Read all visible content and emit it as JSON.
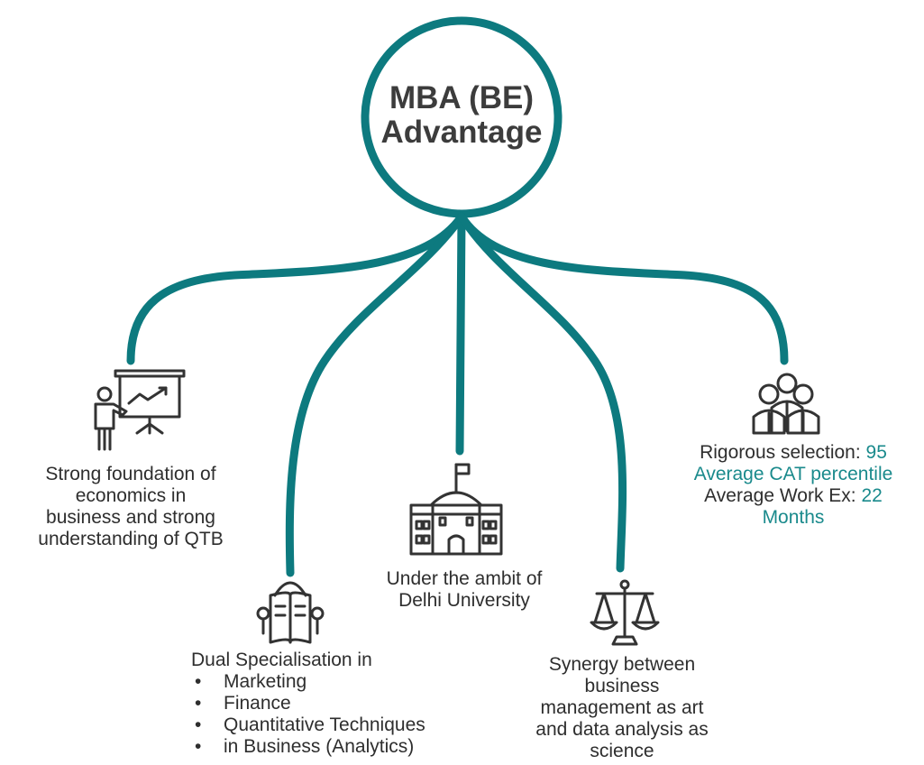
{
  "colors": {
    "accent": "#0d7a7f",
    "text": "#2e2e2e",
    "highlight": "#1a8a8c"
  },
  "hub": {
    "title_line1": "MBA (BE)",
    "title_line2": "Advantage"
  },
  "nodes": [
    {
      "icon": "presentation-icon",
      "lines": [
        "Strong foundation of",
        "economics in",
        "business and strong",
        "understanding of QTB"
      ]
    },
    {
      "icon": "book-reader-icon",
      "heading": "Dual Specialisation in",
      "items": [
        "Marketing",
        "Finance",
        "Quantitative Techniques",
        "in Business (Analytics)"
      ]
    },
    {
      "icon": "university-building-icon",
      "lines": [
        "Under the ambit of",
        "Delhi University"
      ]
    },
    {
      "icon": "scales-icon",
      "lines": [
        "Synergy between",
        "business",
        "management as art",
        "and data analysis as",
        "science"
      ]
    },
    {
      "icon": "team-icon",
      "line1_prefix": "Rigorous selection: ",
      "line1_value": "95",
      "line2": "Average CAT percentile",
      "line3_prefix": "Average Work Ex: ",
      "line3_value": "22",
      "line4": "Months"
    }
  ]
}
